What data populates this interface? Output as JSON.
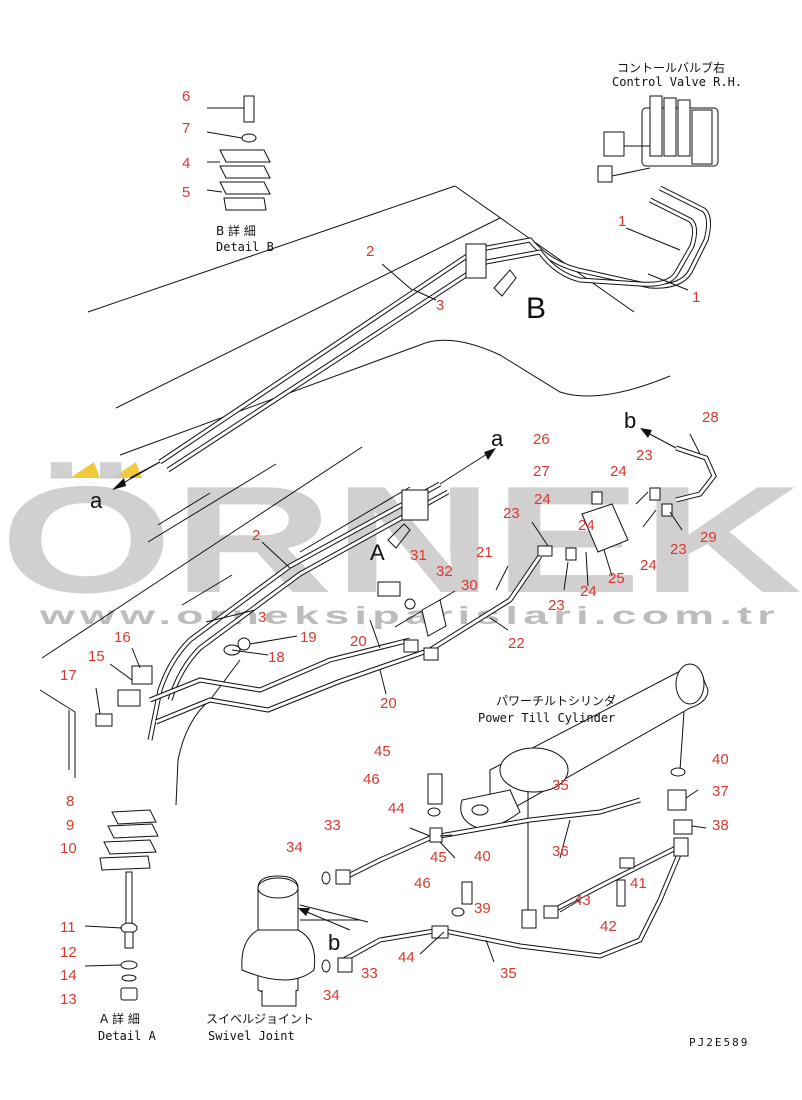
{
  "captions": {
    "control_valve_jp": "コントールバルブ右",
    "control_valve_en": "Control Valve R.H.",
    "detail_b_jp": "B 詳 細",
    "detail_b_en": "Detail B",
    "detail_a_jp": "A 詳 細",
    "detail_a_en": "Detail A",
    "power_tilt_jp": "パワーチルトシリンダ",
    "power_tilt_en": "Power Till Cylinder",
    "swivel_jp": "スイベルジョイント",
    "swivel_en": "Swivel Joint"
  },
  "view_letters": [
    "B",
    "A",
    "a",
    "a",
    "b",
    "b"
  ],
  "part_numbers": [
    "1",
    "1",
    "2",
    "2",
    "3",
    "3",
    "4",
    "5",
    "6",
    "7",
    "8",
    "9",
    "10",
    "11",
    "12",
    "13",
    "14",
    "15",
    "16",
    "17",
    "18",
    "19",
    "20",
    "20",
    "21",
    "22",
    "23",
    "23",
    "23",
    "23",
    "24",
    "24",
    "24",
    "24",
    "24",
    "25",
    "26",
    "27",
    "28",
    "29",
    "30",
    "31",
    "32",
    "33",
    "33",
    "34",
    "34",
    "35",
    "35",
    "36",
    "37",
    "38",
    "39",
    "40",
    "40",
    "41",
    "42",
    "43",
    "44",
    "44",
    "45",
    "45",
    "46",
    "46"
  ],
  "drawing_code": "PJ2E589",
  "watermark": {
    "brand": "ÖRNEK",
    "site": "www.orneksiparislari.com.tr",
    "accent_color": "#f3c940",
    "gray_color": "#c9c7c7"
  }
}
